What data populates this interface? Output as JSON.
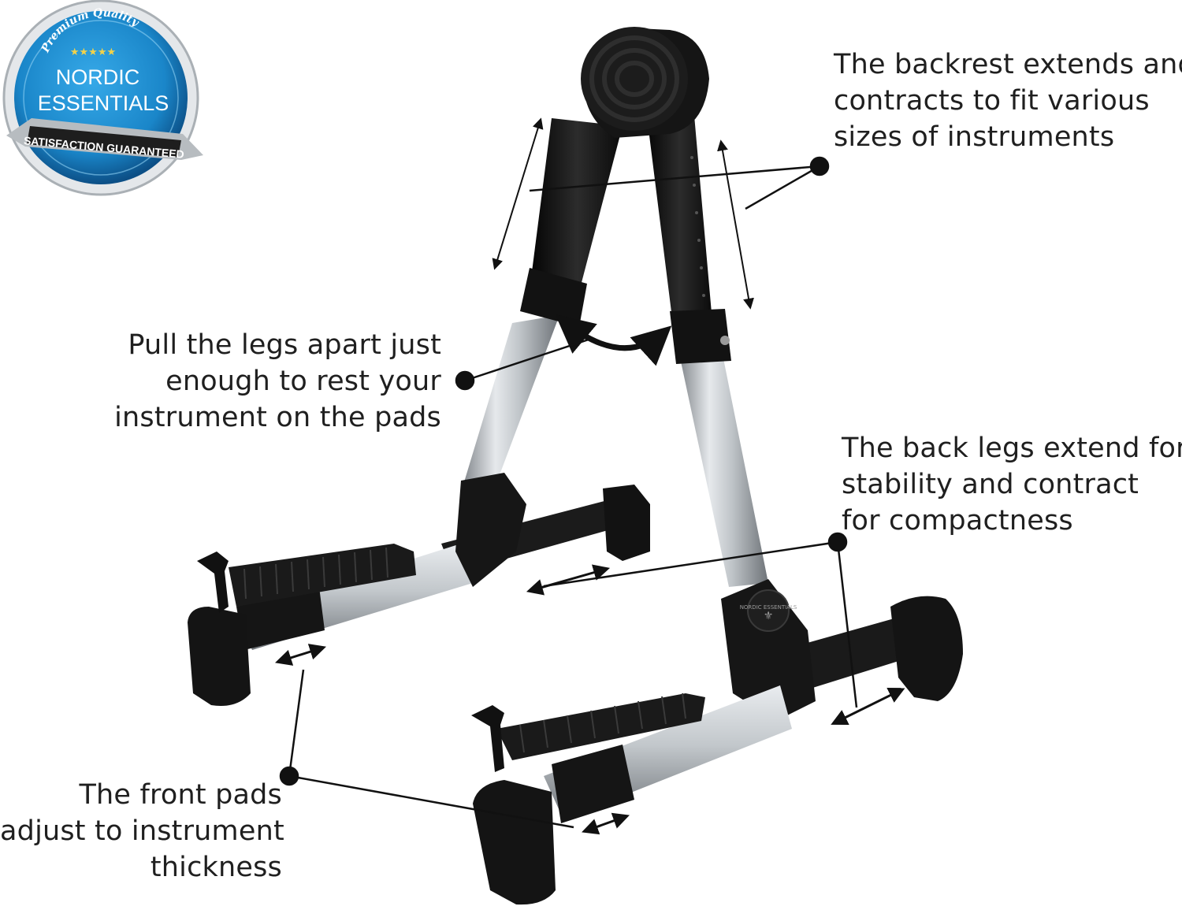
{
  "badge": {
    "top_text": "Premium Quality",
    "stars": "★★★★★",
    "brand_line1": "NORDIC",
    "brand_line2": "ESSENTIALS",
    "ribbon": "SATISFACTION GUARANTEED",
    "colors": {
      "blue": "#1a86c9",
      "dark_blue": "#0c4f86",
      "silver": "#d9dde0",
      "ribbon": "#222222"
    }
  },
  "stand_logo": "NORDIC ESSENTIALS",
  "callouts": {
    "backrest": [
      "The backrest extends and",
      "contracts to fit various",
      "sizes of instruments"
    ],
    "pull_legs": [
      "Pull the legs apart just",
      "enough to rest your",
      "instrument on the pads"
    ],
    "back_legs": [
      "The back legs extend for",
      "stability and contract",
      "for compactness"
    ],
    "front_pads": [
      "The front pads",
      "adjust to instrument",
      "thickness"
    ]
  },
  "colors": {
    "frame": "#141414",
    "aluminium": "#c8ccd0",
    "text": "#1f1f1f"
  }
}
